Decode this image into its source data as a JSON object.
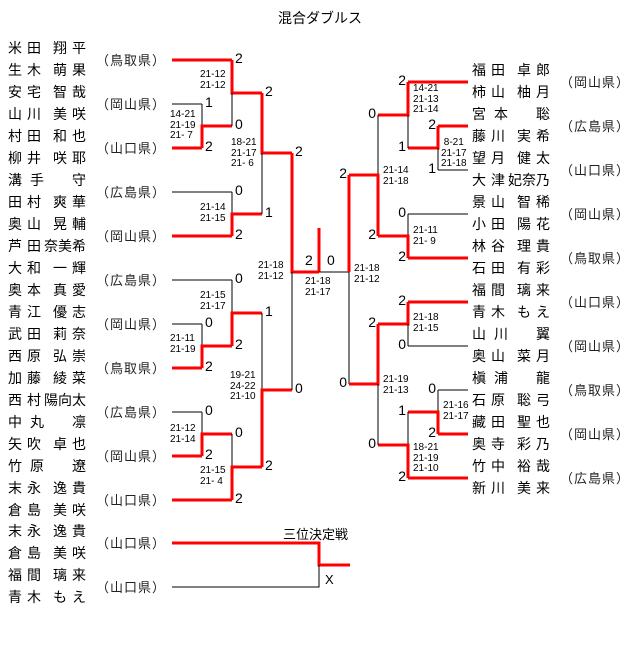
{
  "title": "混合ダブルス",
  "left": {
    "entries": [
      {
        "p1": {
          "family": "米田",
          "given": "翔平"
        },
        "p2": {
          "family": "生木",
          "given": "萌果"
        },
        "pref": "（鳥取県）"
      },
      {
        "p1": {
          "family": "安宅",
          "given": "智哉"
        },
        "p2": {
          "family": "山川",
          "given": "美咲"
        },
        "pref": "（岡山県）"
      },
      {
        "p1": {
          "family": "村田",
          "given": "和也"
        },
        "p2": {
          "family": "柳井",
          "given": "咲耶"
        },
        "pref": "（山口県）"
      },
      {
        "p1": {
          "family": "溝手",
          "given": "守"
        },
        "p2": {
          "family": "田村",
          "given": "爽華"
        },
        "pref": "（広島県）"
      },
      {
        "p1": {
          "family": "奥山",
          "given": "晃輔"
        },
        "p2": {
          "family": "芦田",
          "given": "奈美希"
        },
        "pref": "（岡山県）"
      },
      {
        "p1": {
          "family": "大和",
          "given": "一輝"
        },
        "p2": {
          "family": "奥本",
          "given": "真愛"
        },
        "pref": "（広島県）"
      },
      {
        "p1": {
          "family": "青江",
          "given": "優志"
        },
        "p2": {
          "family": "武田",
          "given": "莉奈"
        },
        "pref": "（岡山県）"
      },
      {
        "p1": {
          "family": "西原",
          "given": "弘崇"
        },
        "p2": {
          "family": "加藤",
          "given": "綾菜"
        },
        "pref": "（鳥取県）"
      },
      {
        "p1": {
          "family": "西村",
          "given": "陽向太"
        },
        "p2": {
          "family": "中丸",
          "given": "凛"
        },
        "pref": "（広島県）"
      },
      {
        "p1": {
          "family": "矢吹",
          "given": "卓也"
        },
        "p2": {
          "family": "竹原",
          "given": "遼"
        },
        "pref": "（岡山県）"
      },
      {
        "p1": {
          "family": "末永",
          "given": "逸貴"
        },
        "p2": {
          "family": "倉島",
          "given": "美咲"
        },
        "pref": "（山口県）"
      }
    ],
    "matches": [
      {
        "top": "1",
        "bottom": "2",
        "games": "14-21\n21-19\n21- 7"
      },
      {
        "top": "2",
        "bottom": "0",
        "games": "21-12\n21-12"
      },
      {
        "top": "0",
        "bottom": "2",
        "games": "21-14\n21-15"
      },
      {
        "top": "2",
        "bottom": "1",
        "games": "18-21\n21-17\n21- 6"
      },
      {
        "top": "0",
        "bottom": "2",
        "games": "21-11\n21-19"
      },
      {
        "top": "0",
        "bottom": "2",
        "games": "21-15\n21-17"
      },
      {
        "top": "0",
        "bottom": "2",
        "games": "21-12\n21-14"
      },
      {
        "top": "0",
        "bottom": "2",
        "games": "21-15\n21- 4"
      },
      {
        "top": "1",
        "bottom": "2",
        "games": "19-21\n24-22\n21-10"
      },
      {
        "top": "2",
        "bottom": "0",
        "games": "21-18\n21-12"
      }
    ]
  },
  "right": {
    "entries": [
      {
        "p1": {
          "family": "福田",
          "given": "卓郎"
        },
        "p2": {
          "family": "柿山",
          "given": "柚月"
        },
        "pref": "（岡山県）"
      },
      {
        "p1": {
          "family": "宮本",
          "given": "聡"
        },
        "p2": {
          "family": "藤川",
          "given": "実希"
        },
        "pref": "（広島県）"
      },
      {
        "p1": {
          "family": "望月",
          "given": "健太"
        },
        "p2": {
          "family": "大津",
          "given": "妃奈乃"
        },
        "pref": "（山口県）"
      },
      {
        "p1": {
          "family": "景山",
          "given": "智稀"
        },
        "p2": {
          "family": "小田",
          "given": "陽花"
        },
        "pref": "（岡山県）"
      },
      {
        "p1": {
          "family": "林谷",
          "given": "理貴"
        },
        "p2": {
          "family": "石田",
          "given": "有彩"
        },
        "pref": "（鳥取県）"
      },
      {
        "p1": {
          "family": "福間",
          "given": "璃来"
        },
        "p2": {
          "family": "青木",
          "given": "もえ"
        },
        "pref": "（山口県）"
      },
      {
        "p1": {
          "family": "山川",
          "given": "翼"
        },
        "p2": {
          "family": "奥山",
          "given": "菜月"
        },
        "pref": "（岡山県）"
      },
      {
        "p1": {
          "family": "槇浦",
          "given": "龍"
        },
        "p2": {
          "family": "石原",
          "given": "聡弓"
        },
        "pref": "（鳥取県）"
      },
      {
        "p1": {
          "family": "藏田",
          "given": "聖也"
        },
        "p2": {
          "family": "奥寺",
          "given": "彩乃"
        },
        "pref": "（岡山県）"
      },
      {
        "p1": {
          "family": "竹中",
          "given": "裕哉"
        },
        "p2": {
          "family": "新川",
          "given": "美来"
        },
        "pref": "（広島県）"
      }
    ],
    "matches": [
      {
        "top": "2",
        "bottom": "1",
        "games": " 8-21\n21-17\n21-18"
      },
      {
        "top": "2",
        "bottom": "1",
        "games": "14-21\n21-13\n21-14"
      },
      {
        "top": "0",
        "bottom": "2",
        "games": "21-11\n21- 9"
      },
      {
        "top": "0",
        "bottom": "2",
        "games": "21-14\n21-18"
      },
      {
        "top": "2",
        "bottom": "0",
        "games": "21-18\n21-15"
      },
      {
        "top": "0",
        "bottom": "2",
        "games": "21-16\n21-17"
      },
      {
        "top": "1",
        "bottom": "2",
        "games": "18-21\n21-19\n21-10"
      },
      {
        "top": "2",
        "bottom": "0",
        "games": "21-19\n21-13"
      },
      {
        "top": "2",
        "bottom": "0",
        "games": "21-18\n21-12"
      }
    ]
  },
  "final": {
    "left": "2",
    "right": "0",
    "games": "21-18\n21-17"
  },
  "third_place": {
    "title": "三位決定戦",
    "entries": [
      {
        "p1": {
          "family": "末永",
          "given": "逸貴"
        },
        "p2": {
          "family": "倉島",
          "given": "美咲"
        },
        "pref": "（山口県）"
      },
      {
        "p1": {
          "family": "福間",
          "given": "璃来"
        },
        "p2": {
          "family": "青木",
          "given": "もえ"
        },
        "pref": "（山口県）"
      }
    ],
    "result": "X"
  },
  "colors": {
    "winner_line": "#ff0000",
    "line": "#000000"
  }
}
